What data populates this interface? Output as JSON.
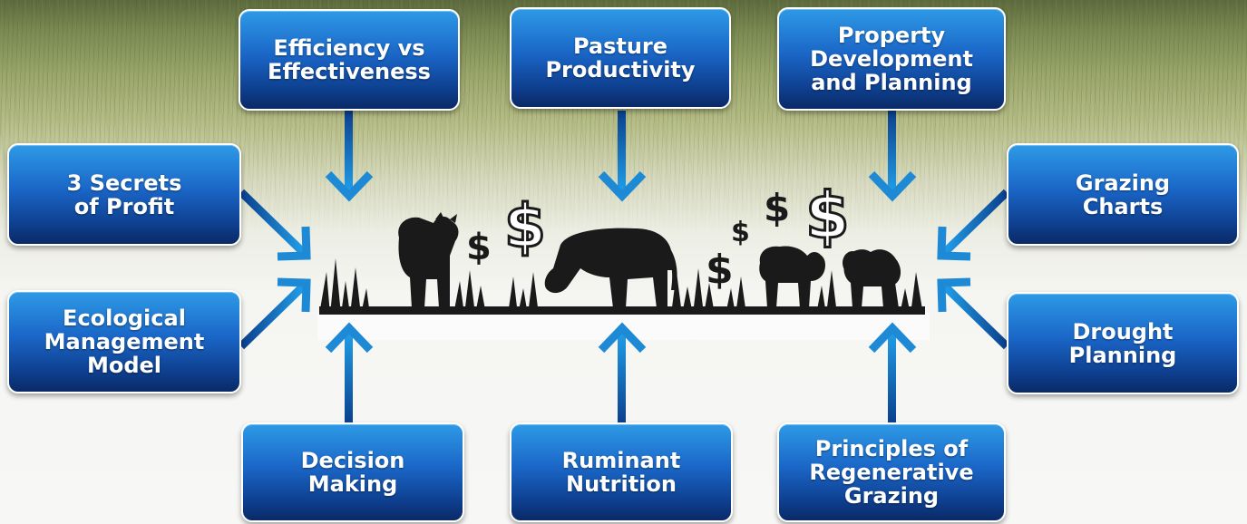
{
  "colors": {
    "box_top": "#2e9ae6",
    "box_bottom": "#0a2a66",
    "box_border": "#ffffff",
    "label_text": "#ffffff",
    "arrow_light": "#1e8ad6",
    "arrow_dark": "#0a3f8c",
    "silhouette": "#1a1a1a"
  },
  "icons": {
    "animals": [
      "cow-icon",
      "grazing-cow-icon",
      "sheep-icon",
      "sheep-icon"
    ],
    "money": "dollar-sign-icon",
    "grass": "grass-icon"
  },
  "boxes": [
    {
      "id": "efficiency",
      "label": "Efficiency vs\nEffectiveness"
    },
    {
      "id": "pasture",
      "label": "Pasture\nProductivity"
    },
    {
      "id": "property",
      "label": "Property\nDevelopment\nand Planning"
    },
    {
      "id": "secrets",
      "label": "3 Secrets\nof Profit"
    },
    {
      "id": "grazing-charts",
      "label": "Grazing\nCharts"
    },
    {
      "id": "ecological",
      "label": "Ecological\nManagement\nModel"
    },
    {
      "id": "drought",
      "label": "Drought\nPlanning"
    },
    {
      "id": "decision",
      "label": "Decision\nMaking"
    },
    {
      "id": "ruminant",
      "label": "Ruminant\nNutrition"
    },
    {
      "id": "regenerative",
      "label": "Principles of\nRegenerative\nGrazing"
    }
  ],
  "money_symbols": [
    "$",
    "$",
    "$",
    "$",
    "$",
    "$"
  ]
}
